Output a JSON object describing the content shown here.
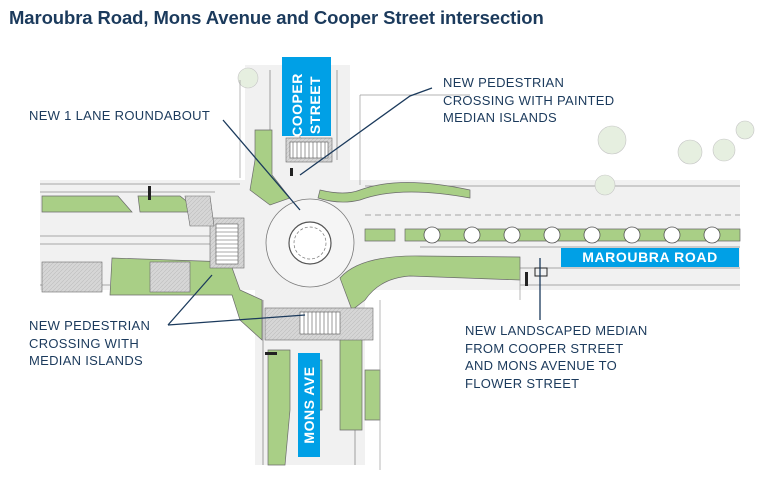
{
  "title": "Maroubra Road, Mons Avenue and Cooper Street intersection",
  "streets": {
    "cooper_line1": "COOPER",
    "cooper_line2": "STREET",
    "maroubra": "MAROUBRA ROAD",
    "mons": "MONS AVE"
  },
  "callouts": {
    "roundabout": "NEW 1 LANE ROUNDABOUT",
    "painted_1": "NEW PEDESTRIAN",
    "painted_2": "CROSSING WITH PAINTED",
    "painted_3": "MEDIAN ISLANDS",
    "median_crossing_1": "NEW PEDESTRIAN",
    "median_crossing_2": "CROSSING WITH",
    "median_crossing_3": "MEDIAN ISLANDS",
    "landscaped_1": "NEW LANDSCAPED MEDIAN",
    "landscaped_2": "FROM COOPER STREET",
    "landscaped_3": "AND MONS AVENUE TO",
    "landscaped_4": "FLOWER STREET"
  },
  "colors": {
    "title": "#1b3a5c",
    "callout_text": "#1b3a5c",
    "street_tag": "#00a0e6",
    "landscape_green": "#a9cf86",
    "pavement": "#d9d9d9",
    "linework": "#6b6b6b",
    "leader_line": "#1b3a5c"
  }
}
